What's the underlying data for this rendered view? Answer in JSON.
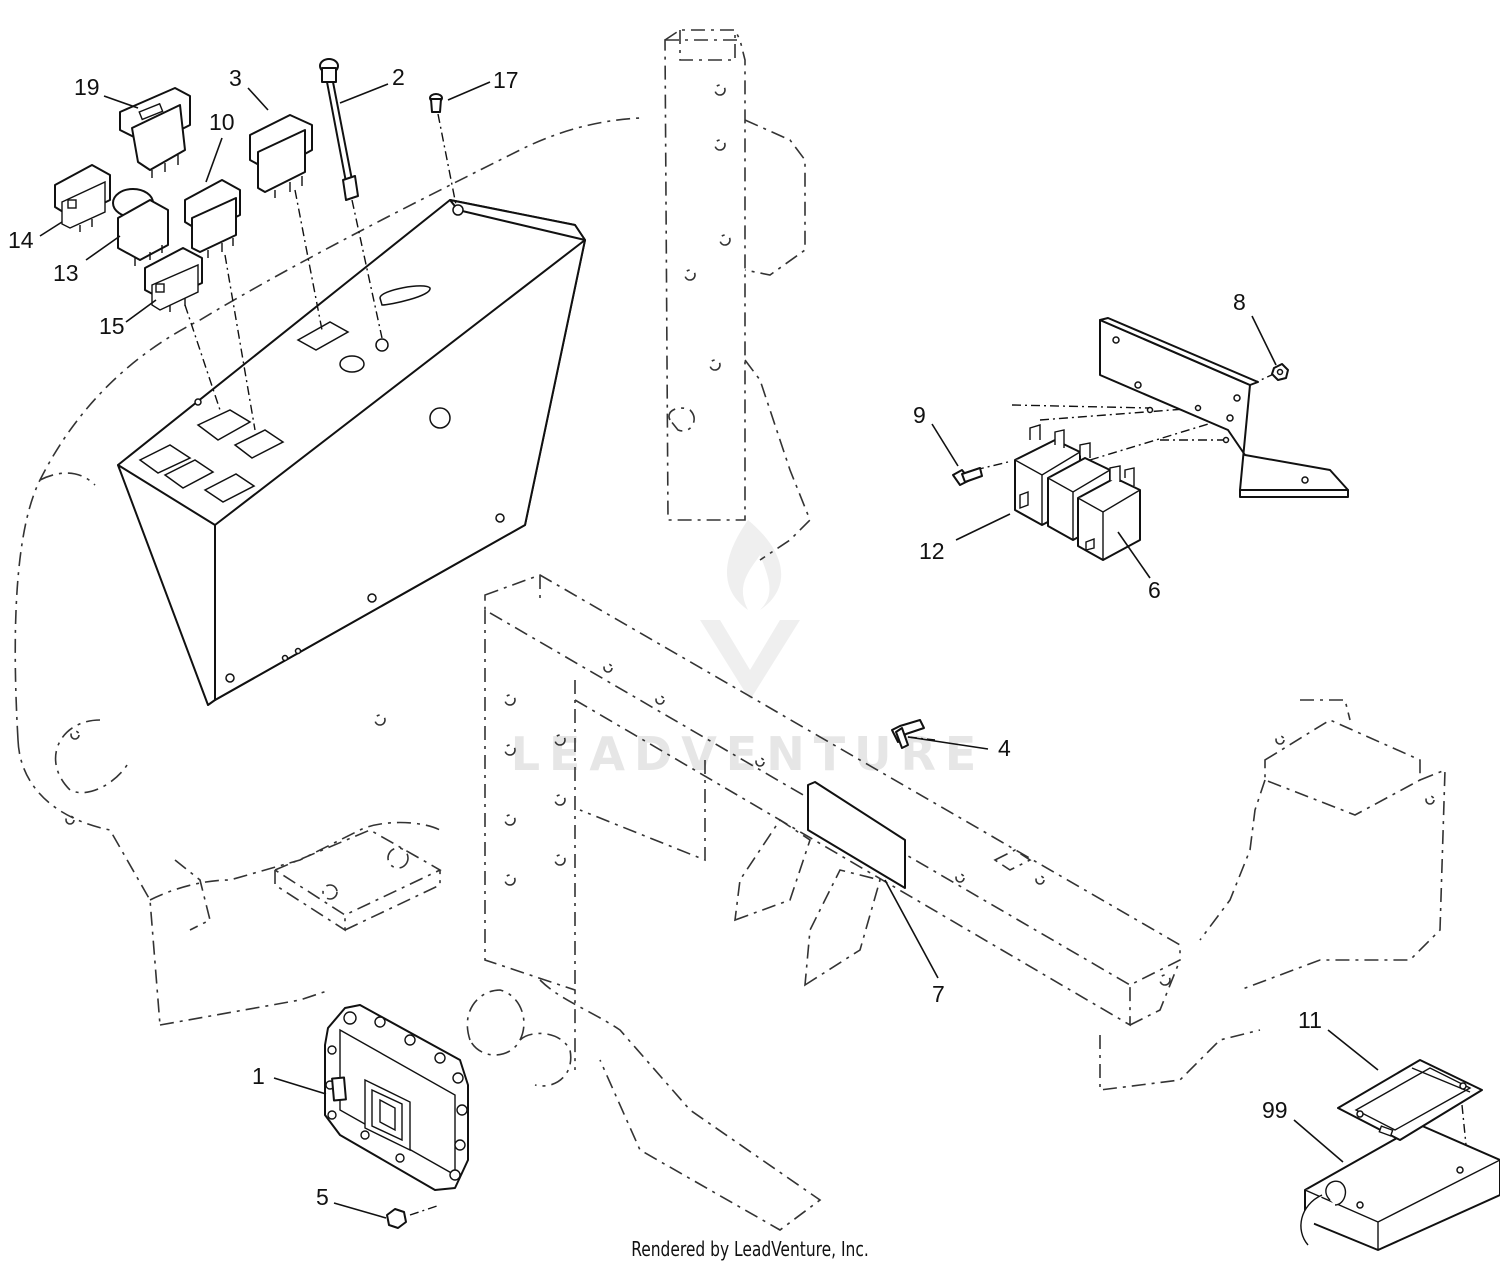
{
  "callouts": [
    {
      "id": "1",
      "label": "1"
    },
    {
      "id": "2",
      "label": "2"
    },
    {
      "id": "3",
      "label": "3"
    },
    {
      "id": "4",
      "label": "4"
    },
    {
      "id": "5",
      "label": "5"
    },
    {
      "id": "6",
      "label": "6"
    },
    {
      "id": "7",
      "label": "7"
    },
    {
      "id": "8",
      "label": "8"
    },
    {
      "id": "9",
      "label": "9"
    },
    {
      "id": "10",
      "label": "10"
    },
    {
      "id": "11",
      "label": "11"
    },
    {
      "id": "12",
      "label": "12"
    },
    {
      "id": "13",
      "label": "13"
    },
    {
      "id": "14",
      "label": "14"
    },
    {
      "id": "15",
      "label": "15"
    },
    {
      "id": "17",
      "label": "17"
    },
    {
      "id": "19",
      "label": "19"
    },
    {
      "id": "99",
      "label": "99"
    }
  ],
  "watermark": {
    "brand": "LEADVENTURE",
    "icon": "leadventure-logo-icon"
  },
  "footer": {
    "credit": "Rendered by LeadVenture, Inc."
  }
}
